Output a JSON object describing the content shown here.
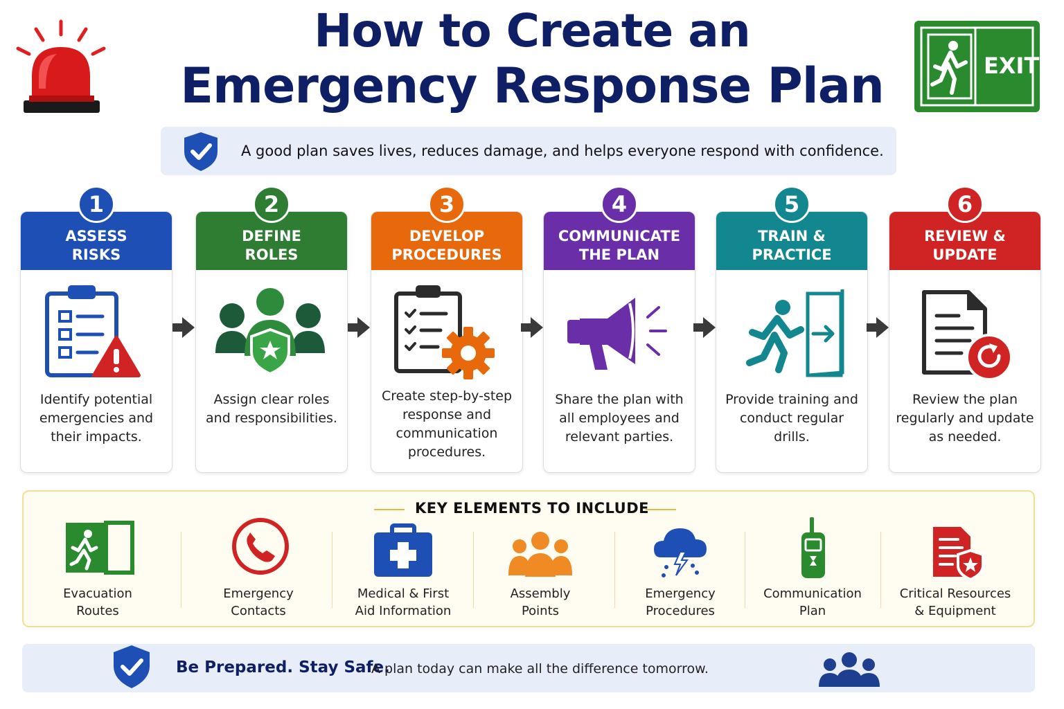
{
  "header": {
    "title_line1": "How to Create an",
    "title_line2": "Emergency Response Plan",
    "exit_text": "EXIT"
  },
  "tagline": "A good plan saves lives, reduces damage, and helps everyone respond with confidence.",
  "steps": [
    {
      "number": "1",
      "title_line1": "ASSESS",
      "title_line2": "RISKS",
      "description": "Identify potential emergencies and their impacts.",
      "color": "#1e4fb4",
      "icon": "clipboard-warning-icon"
    },
    {
      "number": "2",
      "title_line1": "DEFINE",
      "title_line2": "ROLES",
      "description": "Assign clear roles and responsibilities.",
      "color": "#2e7d32",
      "icon": "team-shield-icon"
    },
    {
      "number": "3",
      "title_line1": "DEVELOP",
      "title_line2": "PROCEDURES",
      "description": "Create step-by-step response and communication procedures.",
      "color": "#e8690c",
      "icon": "checklist-gear-icon"
    },
    {
      "number": "4",
      "title_line1": "COMMUNICATE",
      "title_line2": "THE PLAN",
      "description": "Share the plan with all employees and relevant parties.",
      "color": "#6a2fa8",
      "icon": "megaphone-icon"
    },
    {
      "number": "5",
      "title_line1": "TRAIN &",
      "title_line2": "PRACTICE",
      "description": "Provide training and conduct regular drills.",
      "color": "#12878f",
      "icon": "running-exit-icon"
    },
    {
      "number": "6",
      "title_line1": "REVIEW &",
      "title_line2": "UPDATE",
      "description": "Review the plan regularly and update as needed.",
      "color": "#d02424",
      "icon": "document-refresh-icon"
    }
  ],
  "key_elements": {
    "title": "KEY ELEMENTS TO INCLUDE",
    "items": [
      {
        "label_line1": "Evacuation",
        "label_line2": "Routes",
        "icon": "evacuation-exit-icon"
      },
      {
        "label_line1": "Emergency",
        "label_line2": "Contacts",
        "icon": "phone-icon"
      },
      {
        "label_line1": "Medical & First",
        "label_line2": "Aid Information",
        "icon": "first-aid-kit-icon"
      },
      {
        "label_line1": "Assembly",
        "label_line2": "Points",
        "icon": "group-icon"
      },
      {
        "label_line1": "Emergency",
        "label_line2": "Procedures",
        "icon": "storm-cloud-icon"
      },
      {
        "label_line1": "Communication",
        "label_line2": "Plan",
        "icon": "radio-icon"
      },
      {
        "label_line1": "Critical Resources",
        "label_line2": "& Equipment",
        "icon": "document-shield-icon"
      }
    ]
  },
  "footer": {
    "strong": "Be Prepared. Stay Safe.",
    "text": "A plan today can make all the difference tomorrow."
  },
  "colors": {
    "navy": "#0f1f66",
    "tagline_bg": "#e8eef9",
    "key_bg": "#fffcf1",
    "key_border": "#f4dd94"
  }
}
